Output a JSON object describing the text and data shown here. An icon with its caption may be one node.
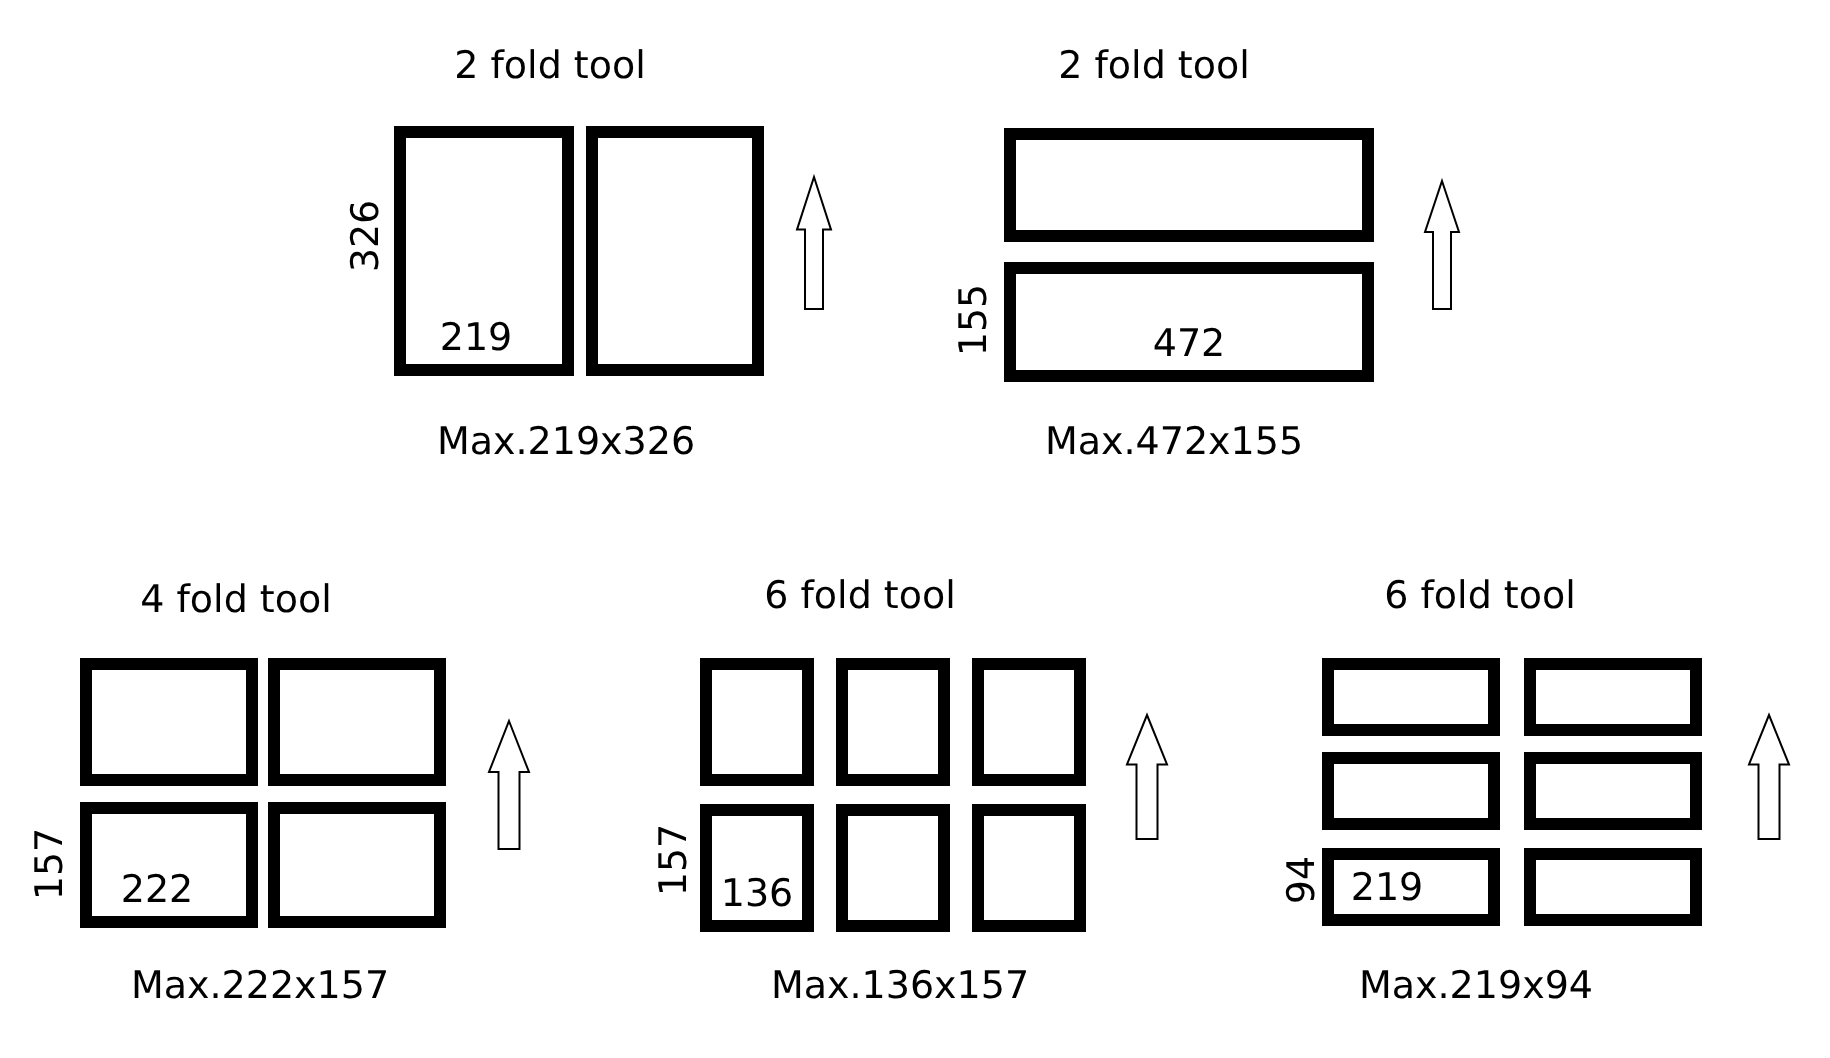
{
  "diagram": {
    "nodes": [
      {
        "text": [
          "219"
        ],
        "beside": [
          "326"
        ]
      },
      {
        "text": [],
        "shape": "box"
      },
      {
        "text": [],
        "shape": "box"
      },
      {
        "text": [
          "472"
        ],
        "beside": [
          "155"
        ]
      },
      {
        "text": [],
        "shape": "box"
      },
      {
        "text": [],
        "shape": "box"
      },
      {
        "text": [
          "222"
        ],
        "beside": [
          "157"
        ]
      },
      {
        "text": [],
        "shape": "box"
      },
      {
        "text": [],
        "shape": "box"
      },
      {
        "text": [],
        "shape": "box"
      },
      {
        "text": [],
        "shape": "box"
      },
      {
        "text": [
          "136"
        ],
        "beside": [
          "157"
        ]
      },
      {
        "text": [],
        "shape": "box"
      },
      {
        "text": [],
        "shape": "box"
      },
      {
        "text": [],
        "shape": "box"
      },
      {
        "text": [],
        "shape": "box"
      },
      {
        "text": [],
        "shape": "box"
      },
      {
        "text": [],
        "shape": "box"
      },
      {
        "text": [
          "219"
        ],
        "beside": [
          "94"
        ]
      },
      {
        "text": [],
        "shape": "box"
      }
    ],
    "edges": [],
    "labels": [
      "2 fold tool",
      "2 fold tool",
      "Max.219x326",
      "Max.472x155",
      "4 fold tool",
      "6 fold tool",
      "6 fold tool",
      "Max.222x157",
      "Max.136x157",
      "Max.219x94"
    ]
  }
}
